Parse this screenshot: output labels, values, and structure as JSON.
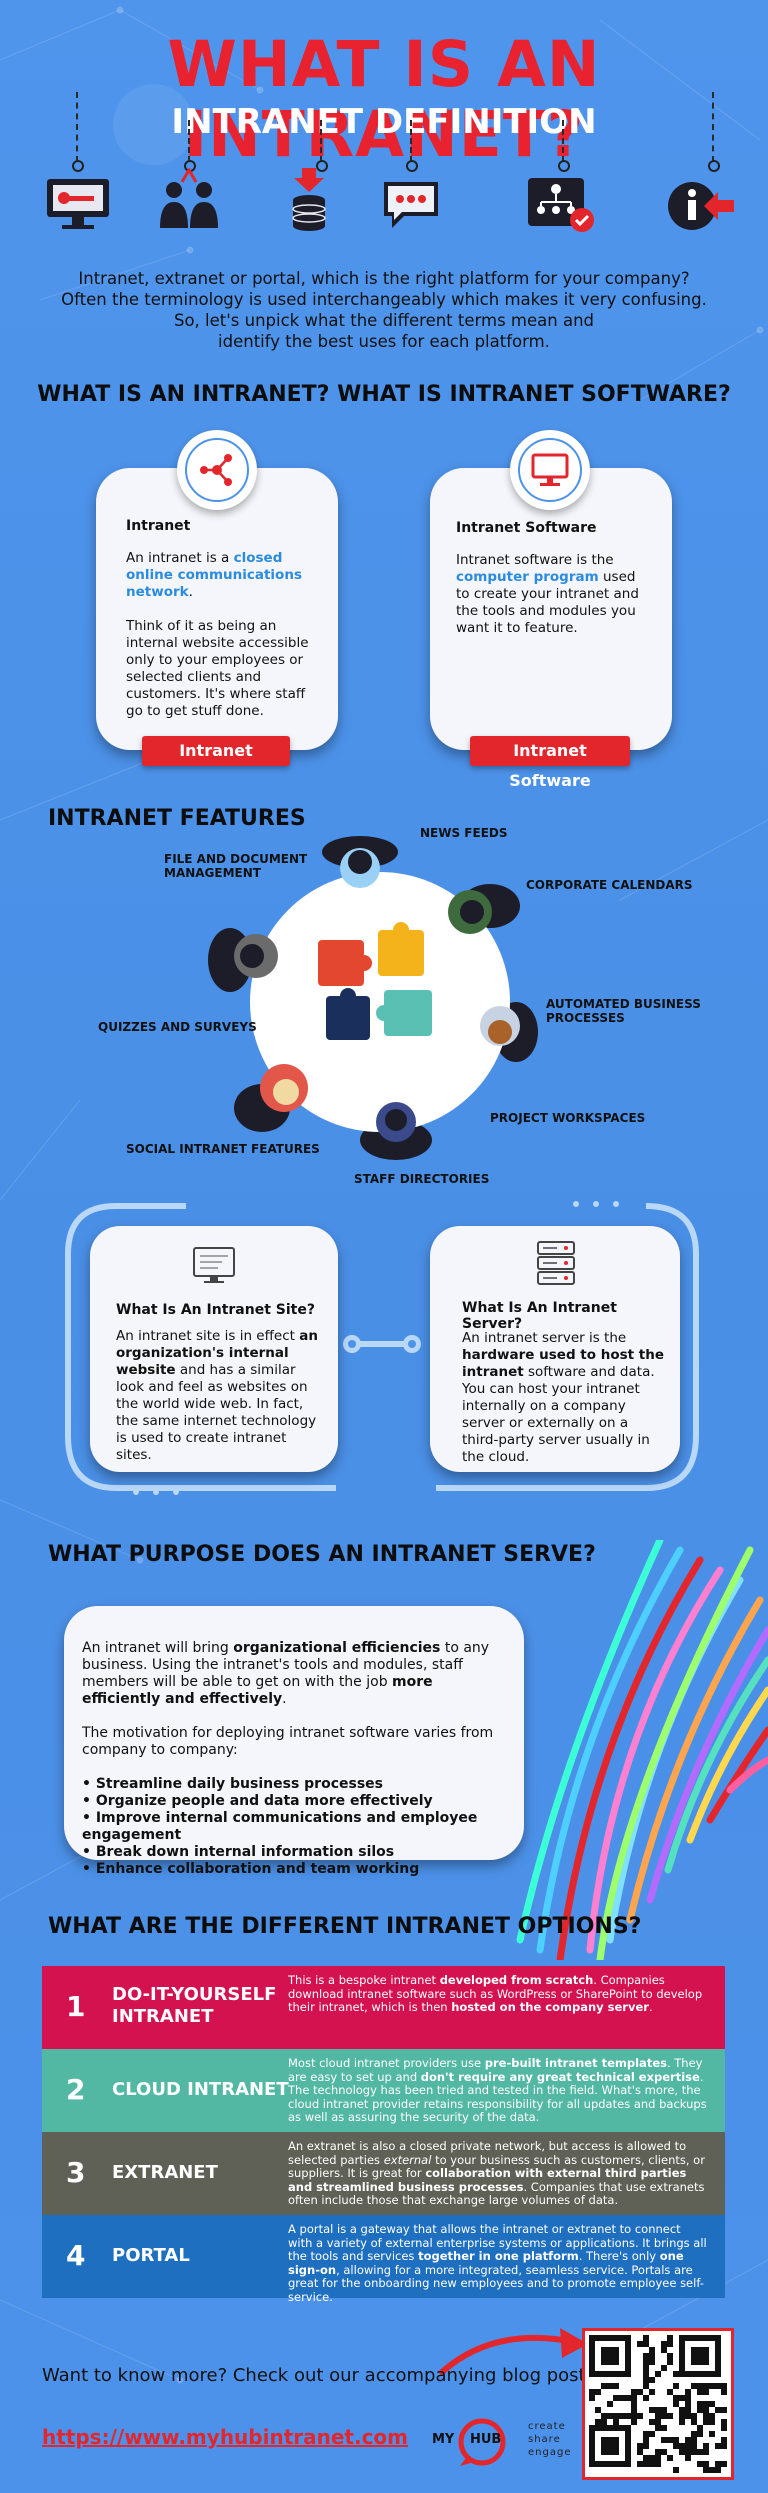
{
  "header": {
    "title": "WHAT IS AN INTRANET?",
    "subtitle": "INTRANET DEFINITION",
    "icons": [
      "monitor-key-icon",
      "team-hands-icon",
      "database-download-icon",
      "chat-bubble-icon",
      "org-chart-icon",
      "info-arrow-icon"
    ]
  },
  "intro": {
    "line1": "Intranet, extranet or portal, which is the right platform for your company?",
    "line2": "Often the terminology is used interchangeably which makes it very confusing.",
    "line3": "So, let's unpick what the different terms mean and",
    "line4": "identify the best uses for each platform."
  },
  "section1": {
    "heading": "WHAT IS AN INTRANET? WHAT IS INTRANET SOFTWARE?",
    "card_left": {
      "title": "Intranet",
      "p1_pre": "An intranet is a ",
      "p1_link": "closed online communications network",
      "p1_post": ".",
      "p2": "Think of it as being an internal website accessible only to your employees or selected clients and customers. It's where staff go to get stuff done.",
      "button": "Intranet"
    },
    "card_right": {
      "title": "Intranet Software",
      "p1_pre": "Intranet software is the ",
      "p1_link": "computer program",
      "p1_post": " used to create your intranet and the tools and modules you want it to feature.",
      "button": "Intranet Software"
    }
  },
  "features": {
    "heading": "INTRANET FEATURES",
    "items": {
      "news": "NEWS FEEDS",
      "file": "FILE AND DOCUMENT MANAGEMENT",
      "calendars": "CORPORATE CALENDARS",
      "automated": "AUTOMATED BUSINESS PROCESSES",
      "quizzes": "QUIZZES AND SURVEYS",
      "projects": "PROJECT WORKSPACES",
      "social": "SOCIAL INTRANET FEATURES",
      "staff": "STAFF DIRECTORIES"
    }
  },
  "site_server": {
    "site": {
      "title": "What Is An Intranet Site?",
      "t1": "An intranet site is in effect ",
      "b1": "an organization's internal website",
      "t2": " and has a similar look and feel as websites on the world wide web. In fact, the same internet technology is used to create intranet sites."
    },
    "server": {
      "title": "What Is An Intranet Server?",
      "t1": "An intranet server is the ",
      "b1": "hardware used to host the intranet",
      "t2": " software and data. You can host your intranet internally on a company server or externally on a third-party server usually in the cloud."
    }
  },
  "purpose": {
    "heading": "WHAT PURPOSE DOES AN INTRANET SERVE?",
    "p1_a": "An intranet will bring ",
    "p1_b": "organizational efficiencies",
    "p1_c": " to any business. Using the intranet's tools and modules, staff members will be able to get on with the job ",
    "p1_d": "more efficiently and effectively",
    "p1_e": ".",
    "p2": "The motivation for deploying intranet software varies from company to company:",
    "bullets": [
      "• Streamline daily business processes",
      "• Organize people and data more effectively",
      "• Improve internal communications and employee engagement",
      "• Break down internal information silos",
      "• Enhance collaboration and team working"
    ]
  },
  "options": {
    "heading": "WHAT ARE THE DIFFERENT INTRANET OPTIONS?",
    "colors": [
      "#d3124f",
      "#52b8a4",
      "#5f6157",
      "#1f6fc0"
    ],
    "items": [
      {
        "num": "1",
        "name1": "DO-IT-YOURSELF",
        "name2": "INTRANET",
        "d1": "This is a bespoke intranet ",
        "b1": "developed from scratch",
        "d2": ". Companies download intranet software such as WordPress or SharePoint to develop their intranet, which is then ",
        "b2": "hosted on the company server",
        "d3": "."
      },
      {
        "num": "2",
        "name1": "CLOUD INTRANET",
        "name2": "",
        "d1": "Most cloud intranet providers use ",
        "b1": "pre-built intranet templates",
        "d2": ". They are easy to set up and ",
        "b2": "don't require any great technical expertise",
        "d3": ". The technology has been tried and tested in the field. What's more, the cloud intranet provider retains responsibility for all updates and backups as well as assuring the security of the data."
      },
      {
        "num": "3",
        "name1": "EXTRANET",
        "name2": "",
        "d1": "An extranet is also a closed private network, but access is allowed to selected parties ",
        "b1": "external",
        "d2": " to your business such as customers, clients, or suppliers. It is great for ",
        "b2": "collaboration with external third parties and streamlined business processes",
        "d3": ". Companies that use extranets often include those that exchange large volumes of data."
      },
      {
        "num": "4",
        "name1": "PORTAL",
        "name2": "",
        "d1": "A portal is a gateway that allows the intranet or extranet to connect with a variety of external enterprise systems or applications. It brings all the tools and services ",
        "b1": "together in one platform",
        "d2": ". There's only ",
        "b2": "one sign-on",
        "d3": ", allowing for a more integrated, seamless service. Portals are great for the onboarding new employees and to promote employee self-service."
      }
    ]
  },
  "footer": {
    "cta": "Want to know more? Check out our accompanying blog post.",
    "url": "https://www.myhubintranet.com",
    "logo_my": "MY",
    "logo_hub": "HUB",
    "tag1": "create",
    "tag2": "share",
    "tag3": "engage"
  }
}
